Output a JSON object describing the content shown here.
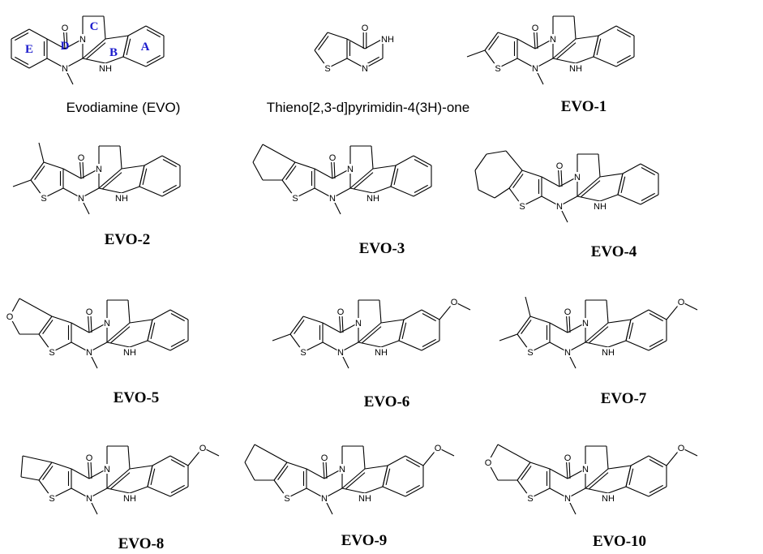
{
  "compounds": [
    {
      "id": "evo",
      "caption": "Evodiamine (EVO)",
      "style": "sans",
      "variant": "evodiamine",
      "methoxy": false
    },
    {
      "id": "thp",
      "caption": "Thieno[2,3-d]pyrimidin-4(3H)-one",
      "style": "sans",
      "variant": "thienopyrimidinone",
      "methoxy": false
    },
    {
      "id": "evo1",
      "caption": "EVO-1",
      "style": "bold",
      "variant": "methyl",
      "methoxy": false
    },
    {
      "id": "evo2",
      "caption": "EVO-2",
      "style": "bold",
      "variant": "dimethyl",
      "methoxy": false
    },
    {
      "id": "evo3",
      "caption": "EVO-3",
      "style": "bold",
      "variant": "cyclohexane",
      "methoxy": false
    },
    {
      "id": "evo4",
      "caption": "EVO-4",
      "style": "bold",
      "variant": "cycloheptane",
      "methoxy": false
    },
    {
      "id": "evo5",
      "caption": "EVO-5",
      "style": "bold",
      "variant": "pyran",
      "methoxy": false
    },
    {
      "id": "evo6",
      "caption": "EVO-6",
      "style": "bold",
      "variant": "methyl",
      "methoxy": true
    },
    {
      "id": "evo7",
      "caption": "EVO-7",
      "style": "bold",
      "variant": "dimethyl",
      "methoxy": true
    },
    {
      "id": "evo8",
      "caption": "EVO-8",
      "style": "bold",
      "variant": "cyclopentane",
      "methoxy": true
    },
    {
      "id": "evo9",
      "caption": "EVO-9",
      "style": "bold",
      "variant": "cyclohexane",
      "methoxy": true
    },
    {
      "id": "evo10",
      "caption": "EVO-10",
      "style": "bold",
      "variant": "pyran",
      "methoxy": true
    }
  ],
  "atom_labels": {
    "nitrogen": "N",
    "oxygen": "O",
    "sulfur": "S",
    "nh": "NH",
    "h": "H"
  },
  "ring_labels": [
    "A",
    "B",
    "C",
    "D",
    "E"
  ]
}
